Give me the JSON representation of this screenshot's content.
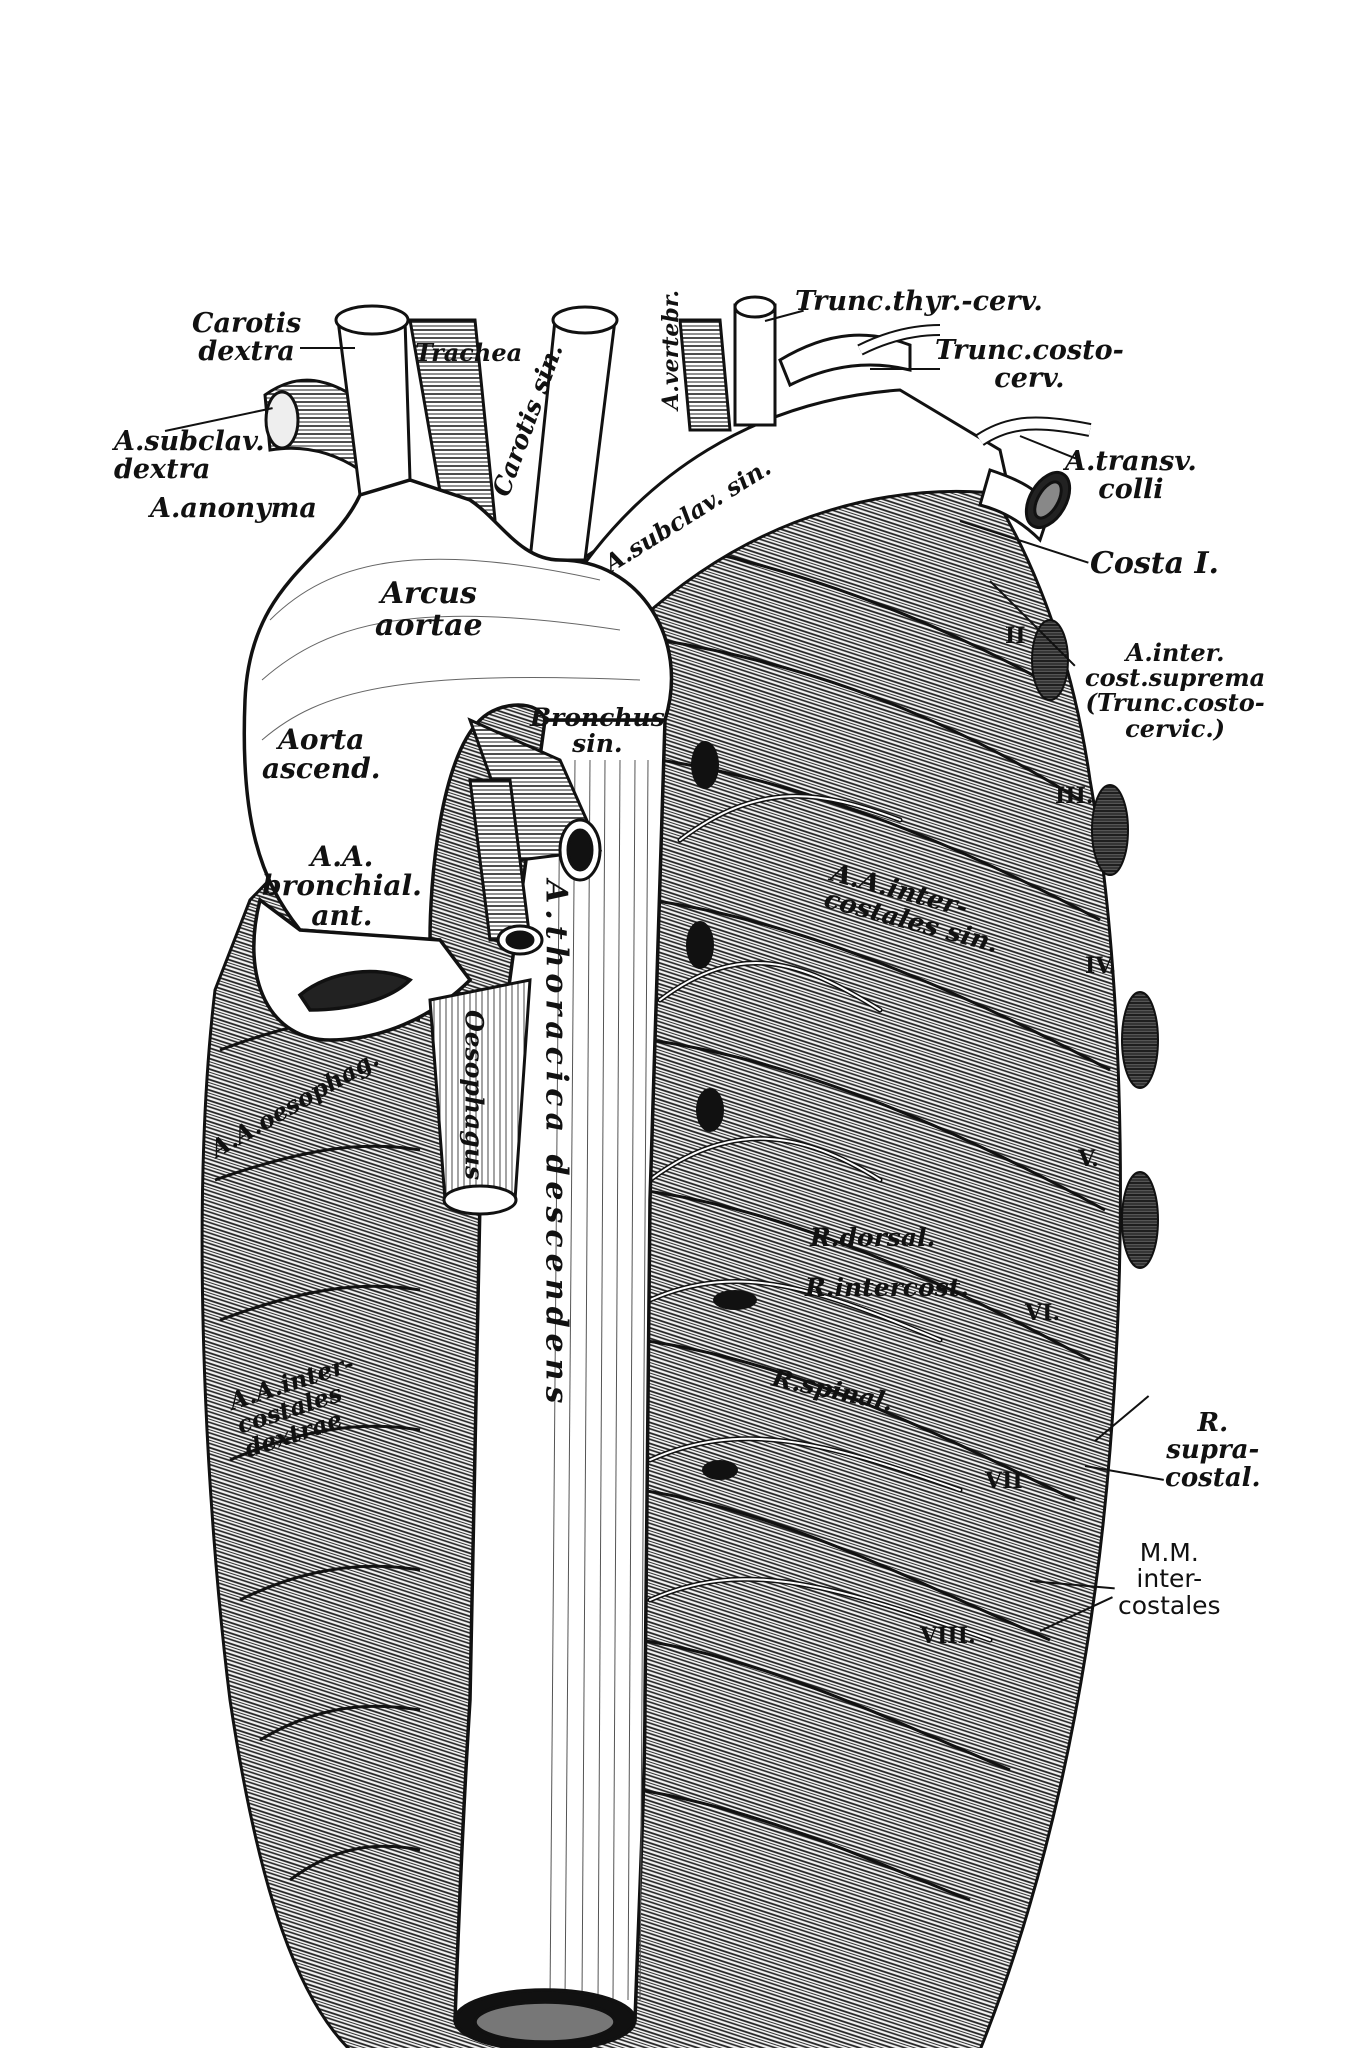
{
  "labels": {
    "carotis_dextra_1": "Carotis",
    "carotis_dextra_2": "dextra",
    "subclav_dextra_1": "A.subclav.",
    "subclav_dextra_2": "dextra",
    "anonyma": "A.anonyma",
    "trachea": "Trachea",
    "carotis_sin": "Carotis sin.",
    "a_vertebr": "A.vertebr.",
    "subclav_sin": "A.subclav. sin.",
    "trunc_thyr": "Trunc.thyr.-cerv.",
    "trunc_costo_1": "Trunc.costo-",
    "trunc_costo_2": "cerv.",
    "transv_1": "A.transv.",
    "transv_2": "colli",
    "costa_1": "Costa I.",
    "inter_cost_1": "A.inter.",
    "inter_cost_2": "cost.suprema",
    "inter_cost_3": "(Trunc.costo-",
    "inter_cost_4": "cervic.)",
    "arcus_1": "Arcus",
    "arcus_2": "aortae",
    "aorta_ascend_1": "Aorta",
    "aorta_ascend_2": "ascend.",
    "bronchus_1": "Bronchus",
    "bronchus_2": "sin.",
    "bronchial_1": "A.A.",
    "bronchial_2": "bronchial.",
    "bronchial_3": "ant.",
    "thoracica": "A.thoracica descendens",
    "oesophagus": "Oesophagus",
    "oesophag_a": "A.A.oesophag.",
    "intercost_sin_1": "A.A.inter-",
    "intercost_sin_2": "costales sin.",
    "intercost_dex_1": "A.A.inter-",
    "intercost_dex_2": "costales",
    "intercost_dex_3": "dextrae",
    "r_dorsal": "R.dorsal.",
    "r_intercost": "R.intercost.",
    "r_spinal": "R.spinal.",
    "r_supra_1": "R.",
    "r_supra_2": "supra-",
    "r_supra_3": "costal.",
    "mm_1": "M.M.",
    "mm_2": "inter-",
    "mm_3": "costales",
    "rib_2": "II",
    "rib_3": "III.",
    "rib_4": "IV.",
    "rib_5": "V.",
    "rib_6": "VI.",
    "rib_7": "VII",
    "rib_8": "VIII."
  }
}
